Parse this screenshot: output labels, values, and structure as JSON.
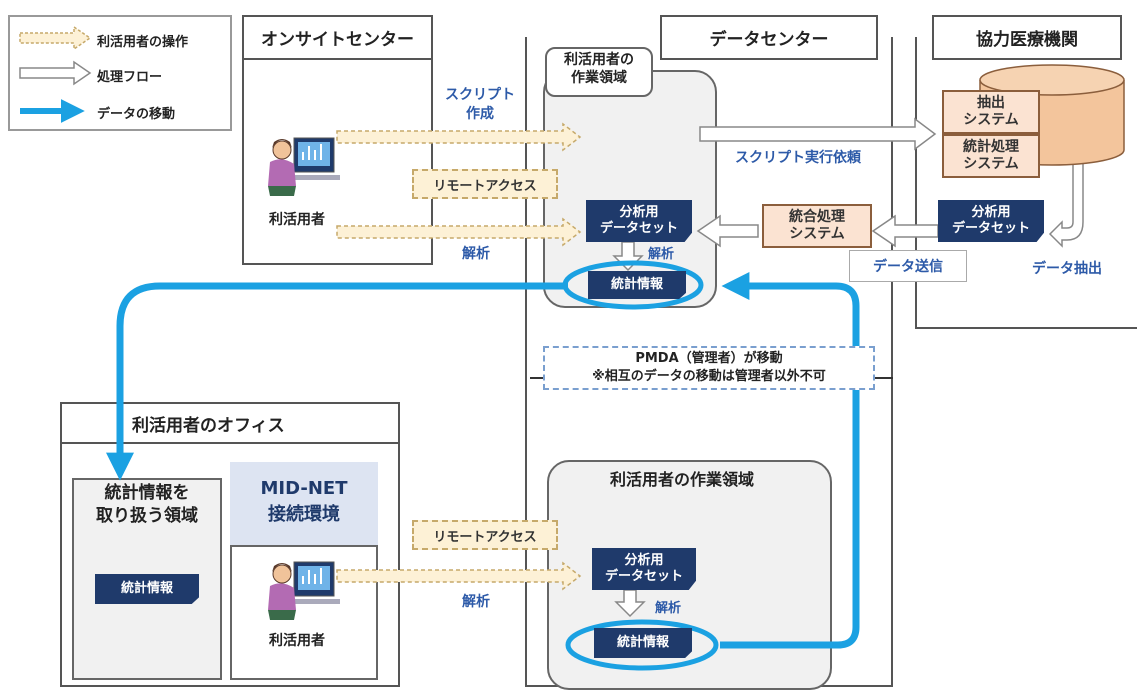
{
  "legend": {
    "user_op": "利活用者の操作",
    "process_flow": "処理フロー",
    "data_move": "データの移動"
  },
  "onsite": {
    "title": "オンサイトセンター",
    "user_label": "利活用者",
    "script_create": "スクリプト\n作成",
    "remote_access": "リモートアクセス",
    "analysis": "解析"
  },
  "datacenter": {
    "title": "データセンター",
    "workspace1_title": "利活用者の\n作業領域",
    "dataset1": "分析用\nデータセット",
    "analysis1": "解析",
    "stats1": "統計情報",
    "script_exec_request": "スクリプト実行依頼",
    "integration_system": "統合処理\nシステム",
    "data_send": "データ送信",
    "pmda_note_1": "PMDA（管理者）が移動",
    "pmda_note_2": "※相互のデータの移動は管理者以外不可",
    "workspace2_title": "利活用者の作業領域",
    "dataset2": "分析用\nデータセット",
    "analysis2": "解析",
    "stats2": "統計情報"
  },
  "hospital": {
    "title": "協力医療機関",
    "extract_system": "抽出\nシステム",
    "stats_system": "統計処理\nシステム",
    "dataset": "分析用\nデータセット",
    "data_extract": "データ抽出"
  },
  "office": {
    "title": "利活用者のオフィス",
    "stats_area_title": "統計情報を\n取り扱う領域",
    "stats": "統計情報",
    "midnet_title": "MID-NET\n接続環境",
    "remote_access": "リモートアクセス",
    "analysis": "解析",
    "user_label": "利活用者"
  },
  "colors": {
    "navy": "#1f3a6b",
    "flow_blue": "#1ba1e2",
    "label_blue": "#2d5aa8",
    "user_op_fill": "#fdf1d6",
    "system_fill": "#fbe3d2",
    "db_fill": "#f3c59c"
  }
}
